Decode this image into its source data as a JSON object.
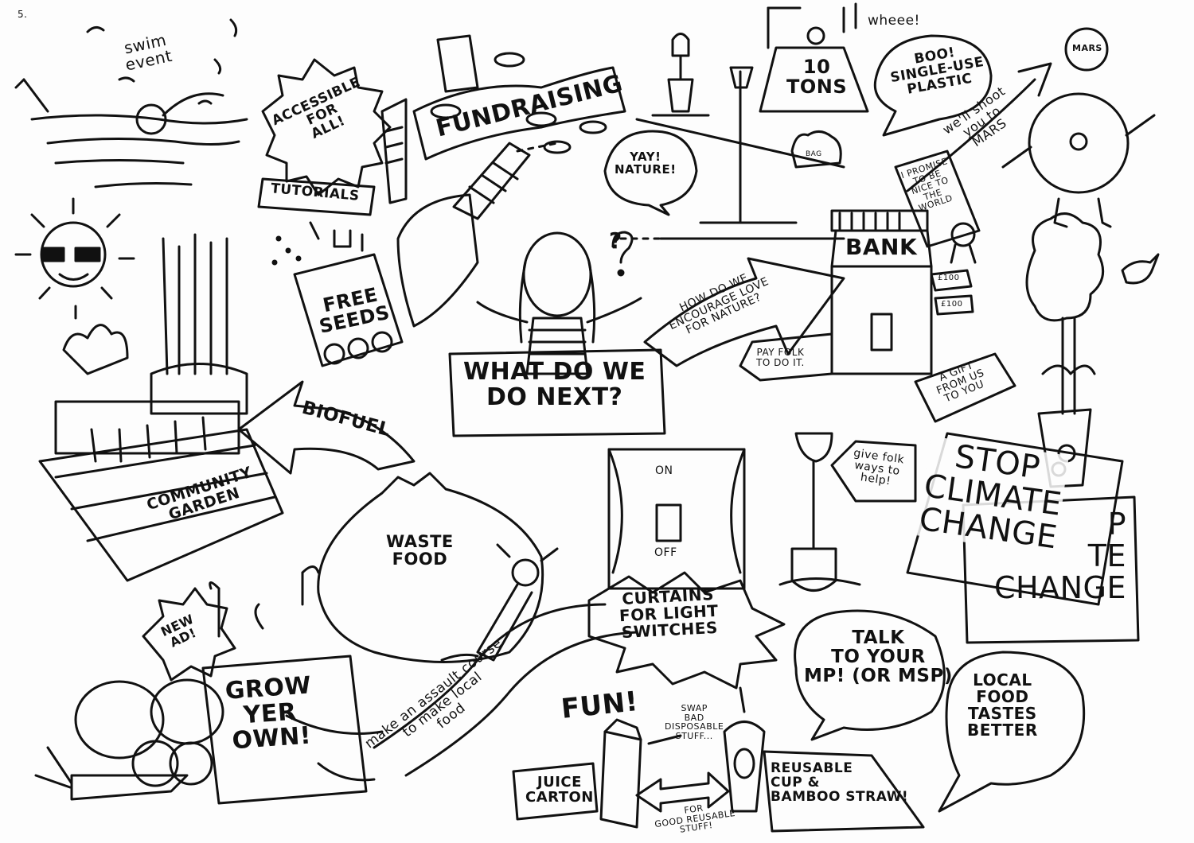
{
  "page_number": "5.",
  "labels": {
    "swim": "swim\nevent",
    "accessible": "ACCESSIBLE\nFOR\nALL!",
    "tutorials": "TUTORIALS",
    "fundraising": "FUNDRAISING",
    "yay_nature": "YAY!\nNATURE!",
    "ten_tons": "10\nTONS",
    "wheee": "wheee!",
    "bag": "BAG",
    "boo_plastic": "BOO!\nSINGLE-USE\nPLASTIC",
    "shoot_mars": "we'll shoot\nyou to\nMARS",
    "mars": "MARS",
    "promise": "I PROMISE\nTO BE\nNICE TO\nTHE\nWORLD",
    "bank": "BANK",
    "money_a": "£100",
    "money_b": "£100",
    "free_seeds": "FREE\nSEEDS",
    "what_next": "WHAT DO WE\nDO NEXT?",
    "question": "?",
    "encourage": "HOW DO WE\nENCOURAGE LOVE\nFOR NATURE?",
    "pay_folk": "PAY FOLK\nTO DO IT.",
    "gift": "A GIFT\nFROM US\nTO YOU",
    "biofuel": "BIOFUEL",
    "community_garden": "COMMUNITY\nGARDEN",
    "waste_food": "WASTE\nFOOD",
    "on": "ON",
    "off": "OFF",
    "give_folk": "give folk\nways to\nhelp!",
    "stop_front": "STOP\nCLIMATE\nCHANGE",
    "stop_back": "P\nTE\nCHANGE",
    "curtains": "CURTAINS\nFOR LIGHT\nSWITCHES",
    "new_ad": "NEW\nAD!",
    "grow_own": "GROW\nYER\nOWN!",
    "assault_course": "make an assault course\nto make local\nfood",
    "fun": "FUN!",
    "swap_bad": "SWAP\nBAD\nDISPOSABLE\nSTUFF...",
    "for_good": "FOR\nGOOD REUSABLE\nSTUFF!",
    "juice": "JUICE\nCARTON",
    "reusable": "REUSABLE\nCUP &\nBAMBOO STRAW!",
    "talk_mp": "TALK\nTO YOUR\nMP! (OR MSP)",
    "local_food": "LOCAL\nFOOD\nTASTES\nBETTER"
  },
  "colors": {
    "ink": "#111111",
    "paper": "#fdfdfd"
  }
}
